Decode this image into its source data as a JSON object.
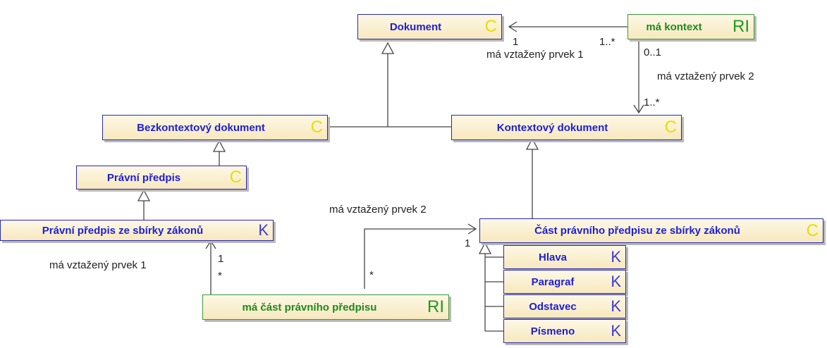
{
  "classes": [
    {
      "id": "dokument",
      "name": "Dokument",
      "stereotype": "C"
    },
    {
      "id": "bezkontextovy",
      "name": "Bezkontextový dokument",
      "stereotype": "C"
    },
    {
      "id": "kontextovy",
      "name": "Kontextový dokument",
      "stereotype": "C"
    },
    {
      "id": "pravni-predpis",
      "name": "Právní předpis",
      "stereotype": "C"
    },
    {
      "id": "pravni-predpis-sbirka",
      "name": "Právní předpis ze sbírky zákonů",
      "stereotype": "K"
    },
    {
      "id": "cast-predpisu",
      "name": "Část právního předpisu ze sbírky zákonů",
      "stereotype": "C"
    },
    {
      "id": "hlava",
      "name": "Hlava",
      "stereotype": "K"
    },
    {
      "id": "paragraf",
      "name": "Paragraf",
      "stereotype": "K"
    },
    {
      "id": "odstavec",
      "name": "Odstavec",
      "stereotype": "K"
    },
    {
      "id": "pismeno",
      "name": "Písmeno",
      "stereotype": "K"
    }
  ],
  "relations": [
    {
      "id": "ma-kontext",
      "name": "má kontext",
      "stereotype": "RI"
    },
    {
      "id": "ma-cast",
      "name": "má část právního předpisu",
      "stereotype": "RI"
    }
  ],
  "labels": {
    "ctx_role1": "má vztažený prvek 1",
    "ctx_role2": "má vztažený prvek 2",
    "part_role2": "má vztažený prvek 2",
    "part_role1": "má vztažený prvek 1"
  },
  "multiplicities": {
    "ctx_doc_end": "1",
    "ctx_rel_end_1": "1..*",
    "ctx_rel_end_2": "0..1",
    "ctx_kontext_end": "1..*",
    "part_cast_end": "1",
    "part_rel_end_2": "*",
    "part_sbirka_end": "1",
    "part_rel_end_1": "*"
  },
  "colors": {
    "class_border": "#2a2ab0",
    "class_text": "#1e1ed6",
    "relation_border": "#3a9a3a",
    "relation_text": "#1f8a1f",
    "stereotype_C": "#e4e000",
    "stereotype_K": "#3a3ad8",
    "stereotype_RI": "#1f9a1f",
    "line": "#444444"
  }
}
